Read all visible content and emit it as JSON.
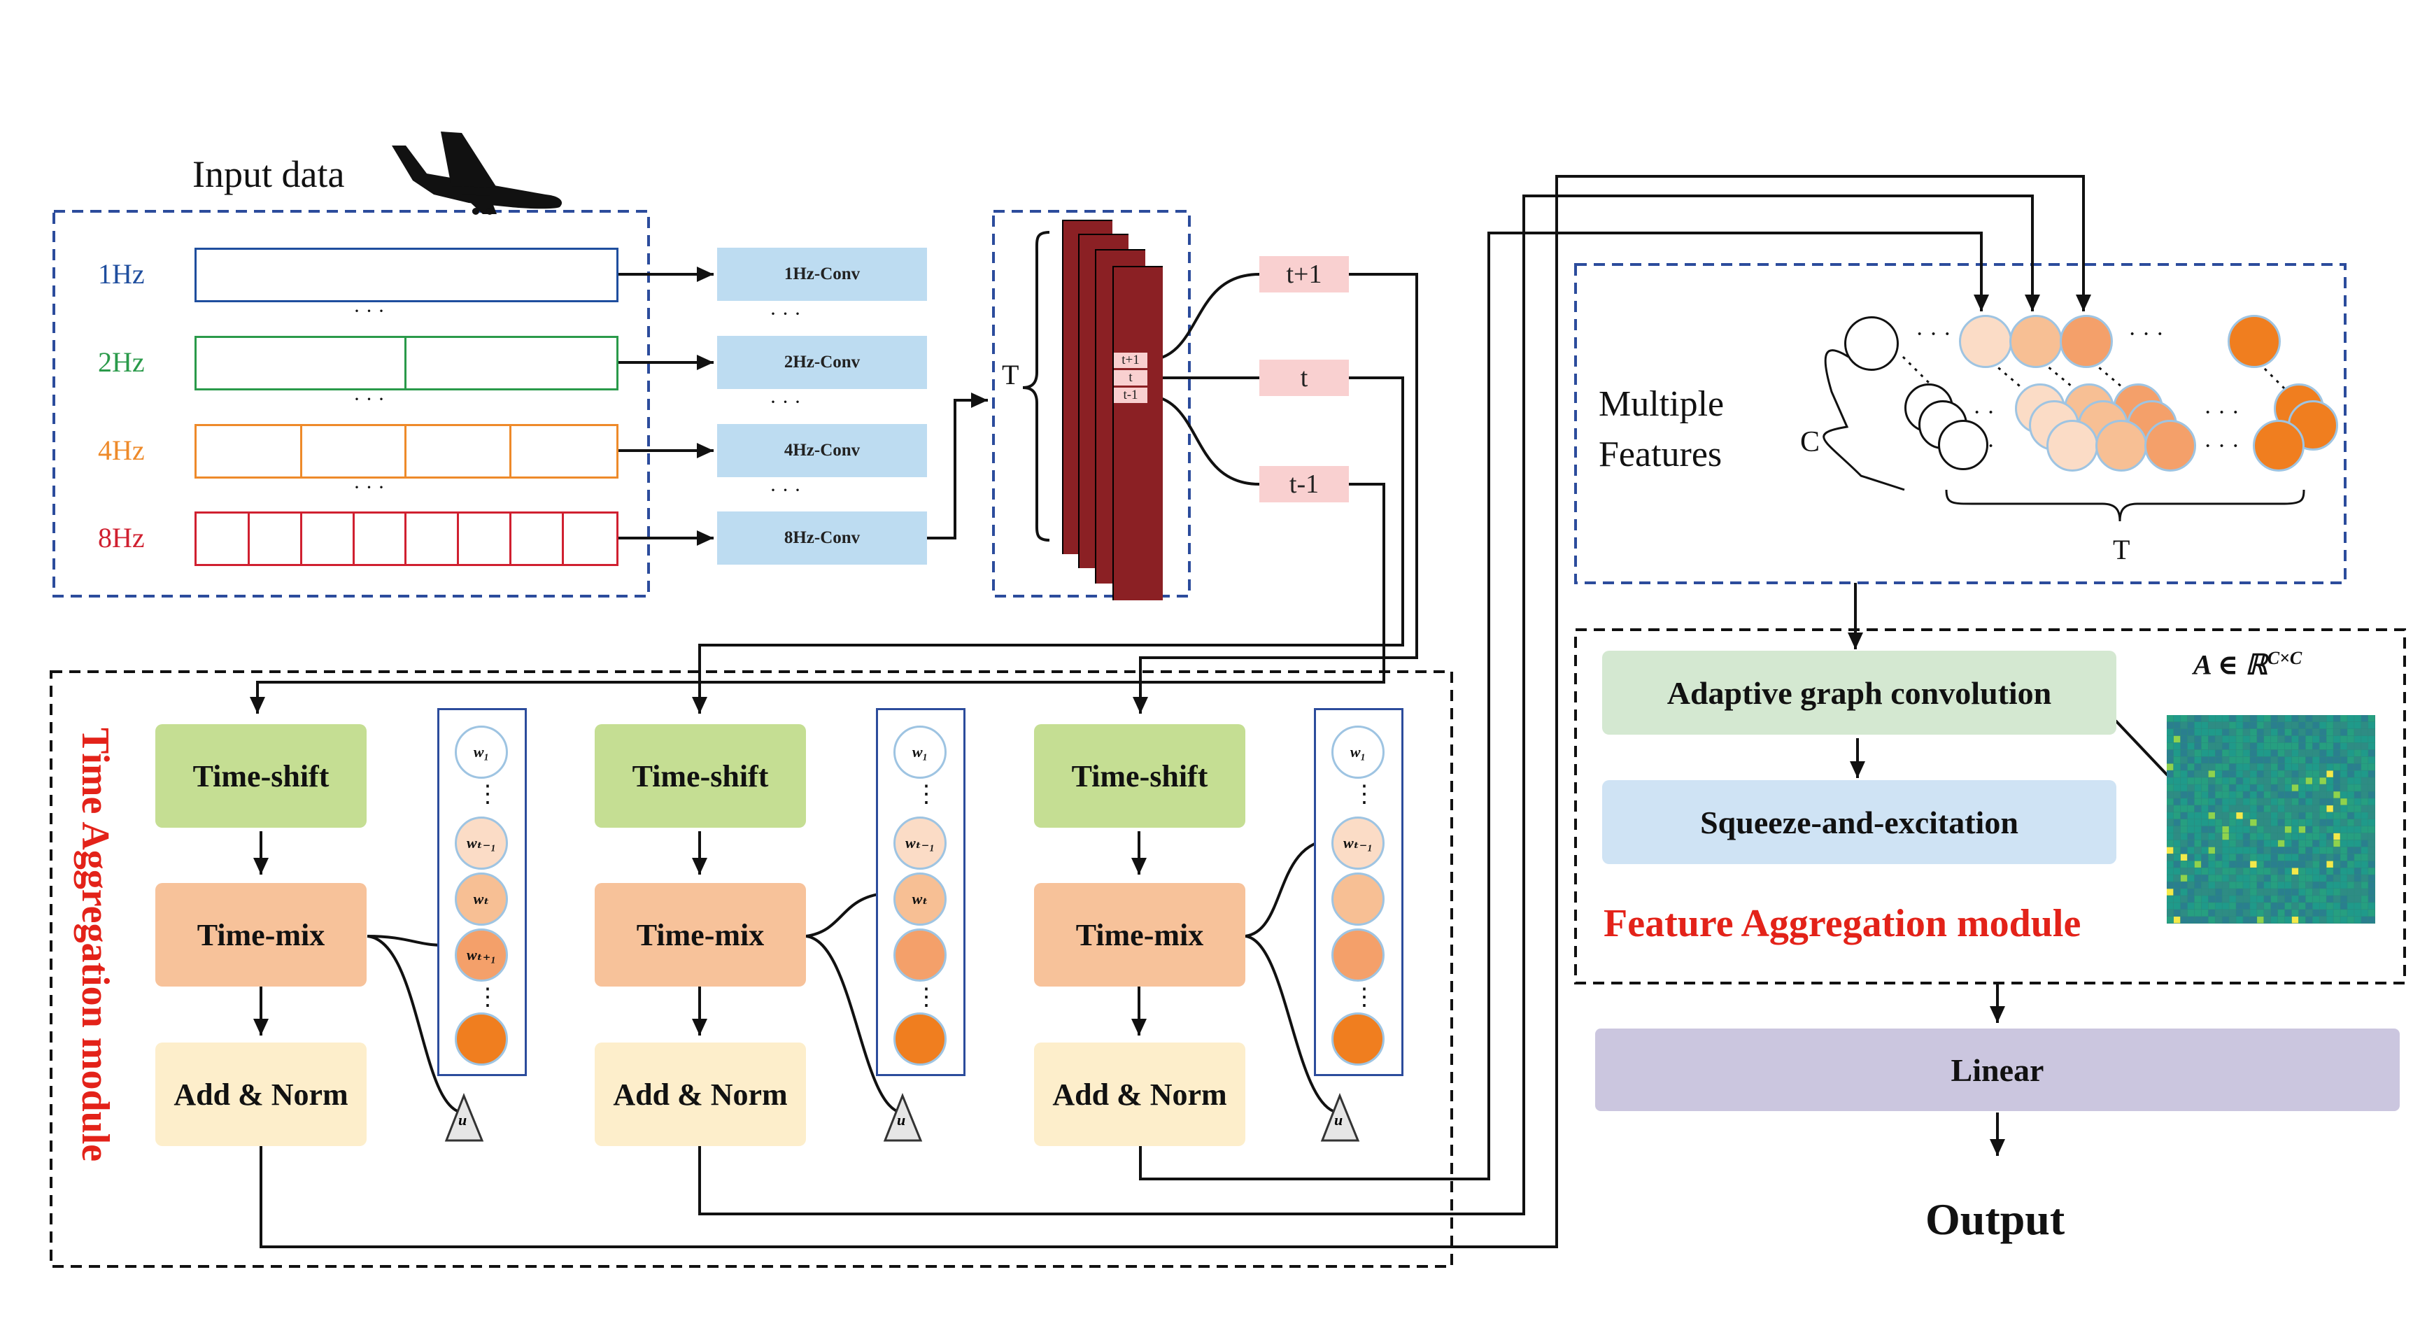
{
  "input": {
    "title": "Input data",
    "freqs": [
      {
        "label": "1Hz",
        "color": "#1f4e9e",
        "segments": 1
      },
      {
        "label": "2Hz",
        "color": "#2a9a4a",
        "segments": 2
      },
      {
        "label": "4Hz",
        "color": "#ee8a2a",
        "segments": 4
      },
      {
        "label": "8Hz",
        "color": "#d02030",
        "segments": 8
      }
    ],
    "dots": "·   ·   ·"
  },
  "convs": [
    "1Hz-Conv",
    "2Hz-Conv",
    "4Hz-Conv",
    "8Hz-Conv"
  ],
  "stack": {
    "T_label": "T",
    "slices": [
      "t+1",
      "t",
      "t-1"
    ]
  },
  "signals": [
    "t+1",
    "t",
    "t-1"
  ],
  "time_module": {
    "title": "Time Aggregation module",
    "blocks": [
      {
        "shift": "Time-shift",
        "mix": "Time-mix",
        "norm": "Add & Norm",
        "weights": [
          "w₁",
          "⋮",
          "wₜ₋₁",
          "wₜ",
          "wₜ₊₁",
          "⋮",
          ""
        ],
        "u": "u"
      },
      {
        "shift": "Time-shift",
        "mix": "Time-mix",
        "norm": "Add & Norm",
        "weights": [
          "w₁",
          "⋮",
          "wₜ₋₁",
          "wₜ",
          "",
          "⋮",
          ""
        ],
        "u": "u"
      },
      {
        "shift": "Time-shift",
        "mix": "Time-mix",
        "norm": "Add & Norm",
        "weights": [
          "w₁",
          "⋮",
          "wₜ₋₁",
          "",
          "",
          "⋮",
          ""
        ],
        "u": "u"
      }
    ]
  },
  "features": {
    "title_line1": "Multiple",
    "title_line2": "Features",
    "C_label": "C",
    "T_label": "T"
  },
  "feature_module": {
    "title": "Feature Aggregation module",
    "agc": "Adaptive graph convolution",
    "se": "Squeeze-and-excitation",
    "matrix_label": "A ∈ ℝ",
    "matrix_sup": "C×C"
  },
  "linear": "Linear",
  "output": "Output",
  "colors": {
    "dashed_border": "#2c4c9c",
    "cube": "#8b2024",
    "module_title": "#e32219",
    "conv": "#bddcf1",
    "time_shift": "#c5de93",
    "time_mix": "#f7c29a",
    "add_norm": "#fdeecb",
    "agc": "#d4e8d1",
    "se": "#cfe3f4",
    "linear": "#cbc6df"
  }
}
